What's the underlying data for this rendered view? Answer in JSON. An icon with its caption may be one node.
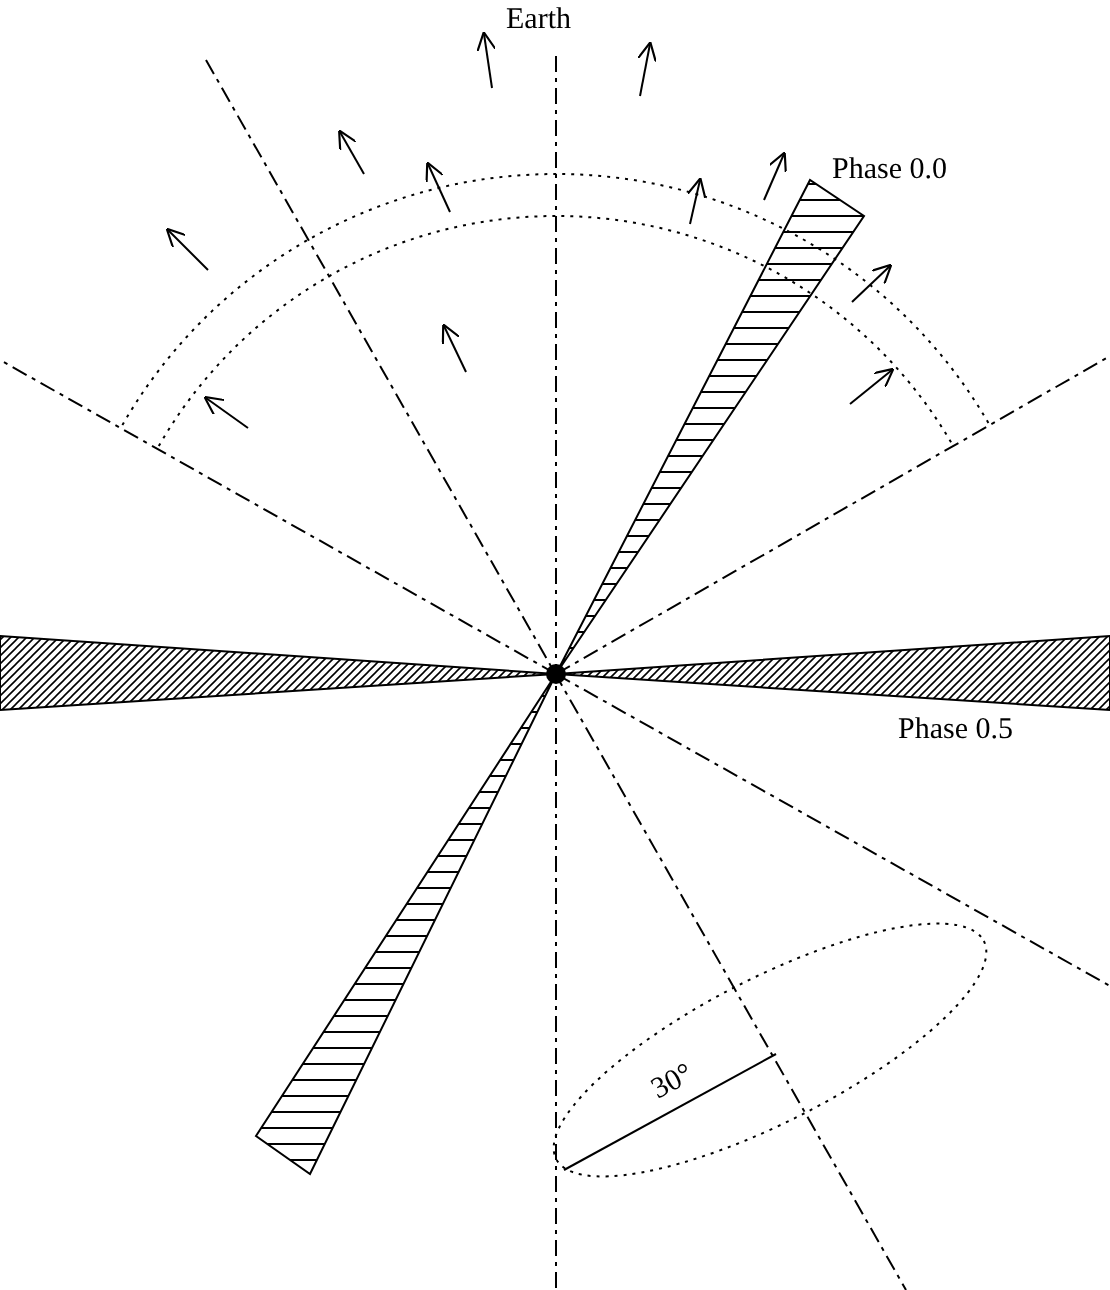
{
  "diagram": {
    "labels": [
      "Earth",
      "Phase 0.0",
      "Phase 0.5",
      "30°"
    ]
  }
}
